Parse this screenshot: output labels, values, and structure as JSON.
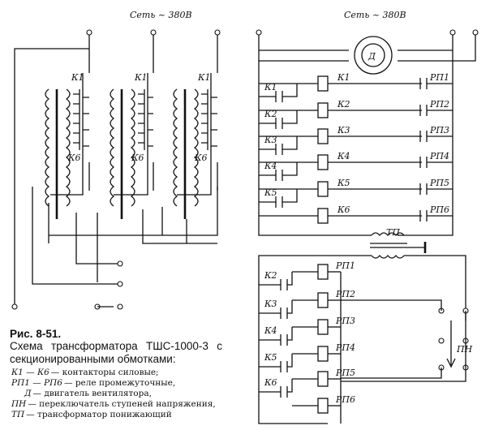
{
  "left_supply_label": "Сеть ~ 380В",
  "right_supply_label": "Сеть ~ 380В",
  "motor_label": "Д",
  "transformer_label": "ТП",
  "switch_label": "ПН",
  "contactor_top_labels": [
    "К1",
    "К1",
    "К1"
  ],
  "contactor_bottom_labels": [
    "К6",
    "К6",
    "К6"
  ],
  "upper_circuit": {
    "left_contacts": [
      "К1",
      "К2",
      "К3",
      "К4",
      "К5"
    ],
    "coils": [
      "К1",
      "К2",
      "К3",
      "К4",
      "К5",
      "К6"
    ],
    "relay_contacts": [
      "РП1",
      "РП2",
      "РП3",
      "РП4",
      "РП5",
      "РП6"
    ]
  },
  "lower_circuit": {
    "left_contacts": [
      "К2",
      "К3",
      "К4",
      "К5",
      "К6"
    ],
    "coils": [
      "РП1",
      "РП2",
      "РП3",
      "РП4",
      "РП5",
      "РП6"
    ]
  },
  "caption": {
    "figure": "Рис. 8-51.",
    "title": "Схема трансформатора ТШС-1000-3 с секционированными обмотками:"
  },
  "legend": [
    {
      "key": "К1 — К6",
      "text": "— контакторы силовые;"
    },
    {
      "key": "РП1 — РП6",
      "text": "— реле промежуточные,"
    },
    {
      "key": "Д",
      "text": "— двигатель вентилятора,"
    },
    {
      "key": "ПН",
      "text": "— переключатель ступеней напряжения,"
    },
    {
      "key": "ТП",
      "text": "— трансформатор понижающий"
    }
  ]
}
